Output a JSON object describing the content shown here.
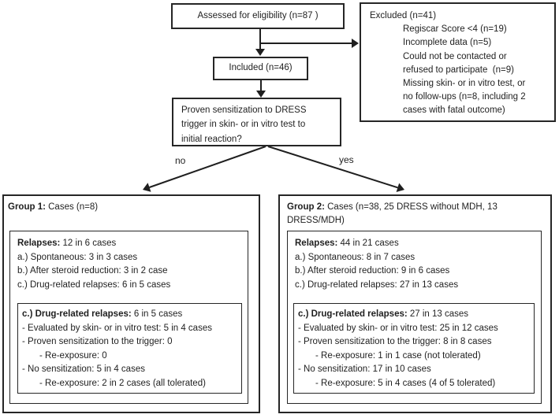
{
  "flow": {
    "assessed_label": "Assessed for eligibility (n=87 )",
    "included_label": "Included (n=46)",
    "question_lines": [
      "Proven sensitization to DRESS",
      "trigger in skin- or in vitro test to",
      "initial reaction?"
    ],
    "branch_no": "no",
    "branch_yes": "yes"
  },
  "excluded": {
    "title": "Excluded (n=41)",
    "lines": [
      "Regiscar Score <4 (n=19)",
      "Incomplete data (n=5)",
      "Could not be contacted or",
      "refused to participate  (n=9)",
      "Missing skin- or in vitro test, or",
      "no follow-ups (n=8, including 2",
      "cases with fatal outcome)"
    ]
  },
  "group1": {
    "title_bold": "Group 1:",
    "title_rest": " Cases (n=8)",
    "relapses": {
      "head_bold": "Relapses:",
      "head_rest": " 12 in 6 cases",
      "items": [
        "a.) Spontaneous: 3 in 3 cases",
        "b.) After steroid reduction: 3 in 2 case",
        "c.) Drug-related relapses: 6 in 5 cases"
      ]
    },
    "drug_box": {
      "head_bold": "c.) Drug-related relapses:",
      "head_rest": " 6 in 5 cases",
      "lines": [
        "- Evaluated by skin- or in vitro test: 5 in 4 cases",
        "- Proven sensitization to the trigger: 0",
        "- Re-exposure: 0",
        "- No sensitization: 5 in 4 cases",
        "- Re-exposure: 2 in 2 cases (all tolerated)"
      ]
    }
  },
  "group2": {
    "title_bold": "Group 2:",
    "title_rest": " Cases (n=38, 25 DRESS without MDH, 13",
    "title_line2": "DRESS/MDH)",
    "relapses": {
      "head_bold": "Relapses:",
      "head_rest": " 44 in 21 cases",
      "items": [
        "a.) Spontaneous: 8 in 7 cases",
        "b.) After steroid reduction: 9 in 6 cases",
        "c.) Drug-related relapses: 27 in 13 cases"
      ]
    },
    "drug_box": {
      "head_bold": "c.) Drug-related relapses:",
      "head_rest": " 27 in 13 cases",
      "lines": [
        "- Evaluated by skin- or in vitro test: 25 in 12 cases",
        "- Proven sensitization to the trigger: 8 in 8 cases",
        "- Re-exposure: 1 in 1 case (not tolerated)",
        "- No sensitization: 17 in 10 cases",
        "- Re-exposure: 5 in 4 cases (4 of 5 tolerated)"
      ]
    }
  },
  "colors": {
    "line": "#1f1f1f",
    "border": "#262626",
    "background": "#ffffff"
  }
}
